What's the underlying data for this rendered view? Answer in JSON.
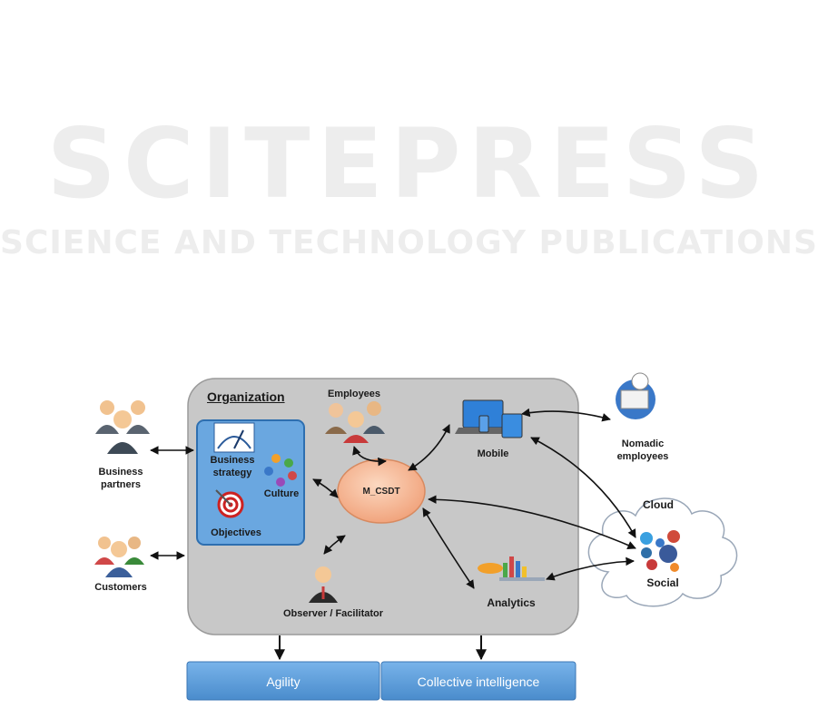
{
  "watermark": {
    "title": "SCITEPRESS",
    "subtitle": "SCIENCE AND TECHNOLOGY PUBLICATIONS"
  },
  "organization": {
    "title": "Organization"
  },
  "core": {
    "label": "M_CSDT"
  },
  "inner_group": {
    "business_strategy": "Business\nstrategy",
    "culture": "Culture",
    "objectives": "Objectives"
  },
  "actors": {
    "employees": "Employees",
    "business_partners": "Business\npartners",
    "customers": "Customers",
    "observer": "Observer / Facilitator",
    "nomadic_employees": "Nomadic\nemployees"
  },
  "channels": {
    "mobile": "Mobile",
    "analytics": "Analytics",
    "cloud": "Cloud",
    "social": "Social"
  },
  "outcomes": {
    "agility": "Agility",
    "collective_intelligence": "Collective intelligence"
  },
  "colors": {
    "org_fill": "#c8c8c8",
    "inner_fill": "#6aa7e0",
    "core_fill": "#f6b48f",
    "outcome_fill": "#5b9bd5",
    "cloud_fill": "#ffffff"
  },
  "icons": [
    "people-group-icon",
    "business-strategy-icon",
    "culture-icon",
    "target-icon",
    "mobile-devices-icon",
    "headset-person-icon",
    "social-media-icon",
    "analytics-chart-icon",
    "facilitator-icon"
  ]
}
